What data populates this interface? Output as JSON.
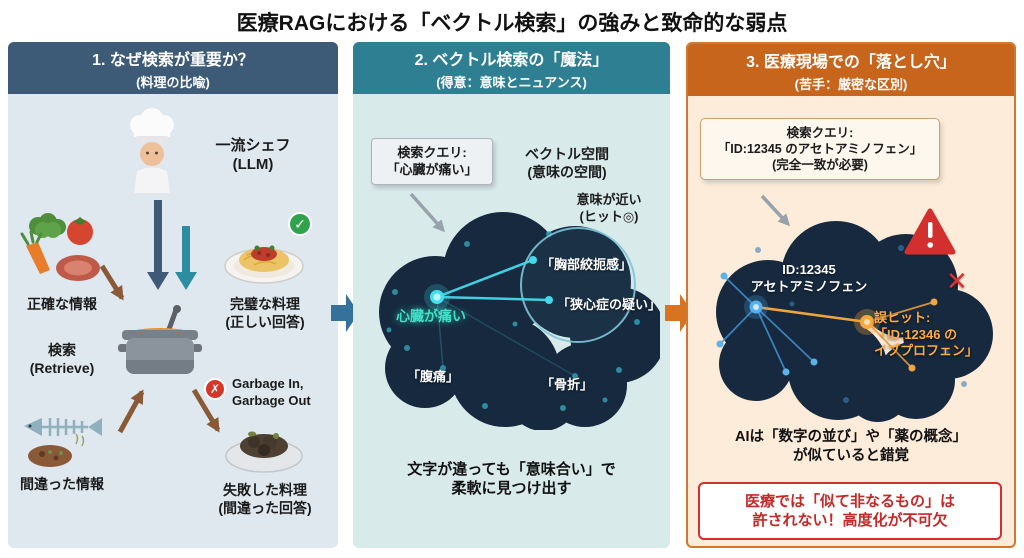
{
  "title": "医療RAGにおける「ベクトル検索」の強みと致命的な弱点",
  "icons": {
    "check": "✓",
    "garbage_x": "✗",
    "cross": "✕"
  },
  "colors": {
    "panel1_header": "#3d5a76",
    "panel2_header": "#2e7f91",
    "panel3_header": "#c8651d",
    "good_green": "#31a24c",
    "bad_red": "#d32f2f",
    "teal_node": "#3fd6e8",
    "orange_node": "#f5a33c"
  },
  "panel1": {
    "header": {
      "line1": "1. なぜ検索が重要か？",
      "line2": "(料理の比喩)"
    },
    "chef": {
      "line1": "一流シェフ",
      "line2": "(LLM)"
    },
    "accurate_info": "正確な情報",
    "perfect_dish": {
      "line1": "完璧な料理",
      "line2": "(正しい回答)"
    },
    "retrieve": {
      "line1": "検索",
      "line2": "(Retrieve)"
    },
    "garbage": {
      "line1": "Garbage In,",
      "line2": "Garbage Out"
    },
    "wrong_info": "間違った情報",
    "failed_dish": {
      "line1": "失敗した料理",
      "line2": "(間違った回答)"
    }
  },
  "panel2": {
    "header": {
      "line1": "2. ベクトル検索の「魔法」",
      "line2": "(得意：意味とニュアンス)"
    },
    "query": {
      "label": "検索クエリ:",
      "value": "「心臓が痛い」"
    },
    "space": {
      "line1": "ベクトル空間",
      "line2": "(意味の空間)"
    },
    "near": {
      "line1": "意味が近い",
      "line2": "(ヒット◎)"
    },
    "query_node": "心臓が痛い",
    "hits": {
      "hit1": "「胸部絞扼感」",
      "hit2": "「狭心症の疑い」"
    },
    "far": {
      "far1": "「腹痛」",
      "far2": "「骨折」"
    },
    "caption": {
      "line1": "文字が違っても「意味合い」で",
      "line2": "柔軟に見つけ出す"
    }
  },
  "panel3": {
    "header": {
      "line1": "3. 医療現場での「落とし穴」",
      "line2": "(苦手：厳密な区別)"
    },
    "query": {
      "label": "検索クエリ:",
      "value": "「ID:12345 のアセトアミノフェン」",
      "note": "(完全一致が必要)"
    },
    "target": {
      "line1": "ID:12345",
      "line2": "アセトアミノフェン"
    },
    "miss": {
      "label": "誤ヒット:",
      "line1": "「ID:12346 の",
      "line2": "イブプロフェン」"
    },
    "caption": {
      "line1": "AIは「数字の並び」や「薬の概念」",
      "line2": "が似ていると錯覚"
    },
    "warning": {
      "line1": "医療では「似て非なるもの」は",
      "line2": "許されない！高度化が不可欠"
    }
  }
}
